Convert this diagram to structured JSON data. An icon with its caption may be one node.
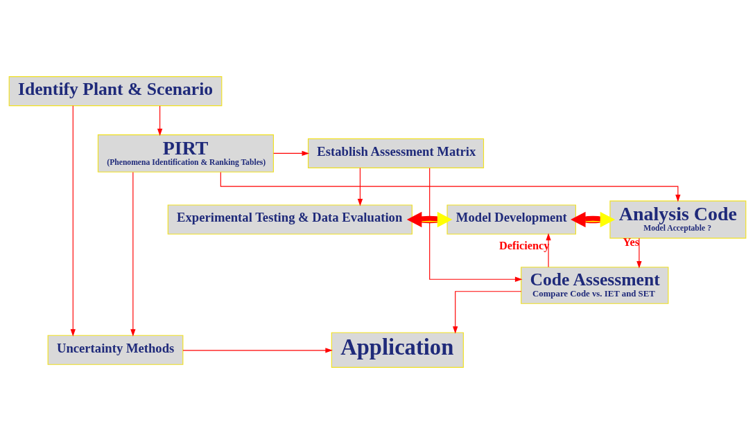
{
  "diagram": {
    "nodes": [
      {
        "text": [
          "Identify Plant & Scenario"
        ]
      },
      {
        "text": [
          "PIRT",
          "(Phenomena Identification & Ranking Tables)"
        ]
      },
      {
        "text": [
          "Establish Assessment Matrix"
        ]
      },
      {
        "text": [
          "Experimental Testing & Data Evaluation"
        ]
      },
      {
        "text": [
          "Model Development"
        ]
      },
      {
        "text": [
          "Analysis Code",
          "Model Acceptable ?"
        ]
      },
      {
        "text": [
          "Code Assessment",
          "Compare Code vs. IET and SET"
        ]
      },
      {
        "text": [
          "Application"
        ]
      },
      {
        "text": [
          "Uncertainty Methods"
        ]
      }
    ],
    "edges": [
      {
        "from": 0,
        "to": 1,
        "arrow": "to"
      },
      {
        "from": 0,
        "to": 8,
        "arrow": "to"
      },
      {
        "from": 1,
        "to": 2,
        "arrow": "to"
      },
      {
        "from": 1,
        "to": 5,
        "arrow": "to"
      },
      {
        "from": 1,
        "to": 8,
        "arrow": "to"
      },
      {
        "from": 2,
        "to": 3,
        "arrow": "to"
      },
      {
        "from": 2,
        "to": 6,
        "arrow": "to"
      },
      {
        "from": 3,
        "to": 4,
        "arrow": "both",
        "style": "thick"
      },
      {
        "from": 4,
        "to": 5,
        "arrow": "both",
        "style": "thick"
      },
      {
        "from": 5,
        "to": 6,
        "arrow": "to",
        "label": "Yes"
      },
      {
        "from": 6,
        "to": 4,
        "arrow": "to",
        "label": "Deficiency"
      },
      {
        "from": 6,
        "to": 7,
        "arrow": "to"
      },
      {
        "from": 8,
        "to": 7,
        "arrow": "to"
      }
    ]
  }
}
